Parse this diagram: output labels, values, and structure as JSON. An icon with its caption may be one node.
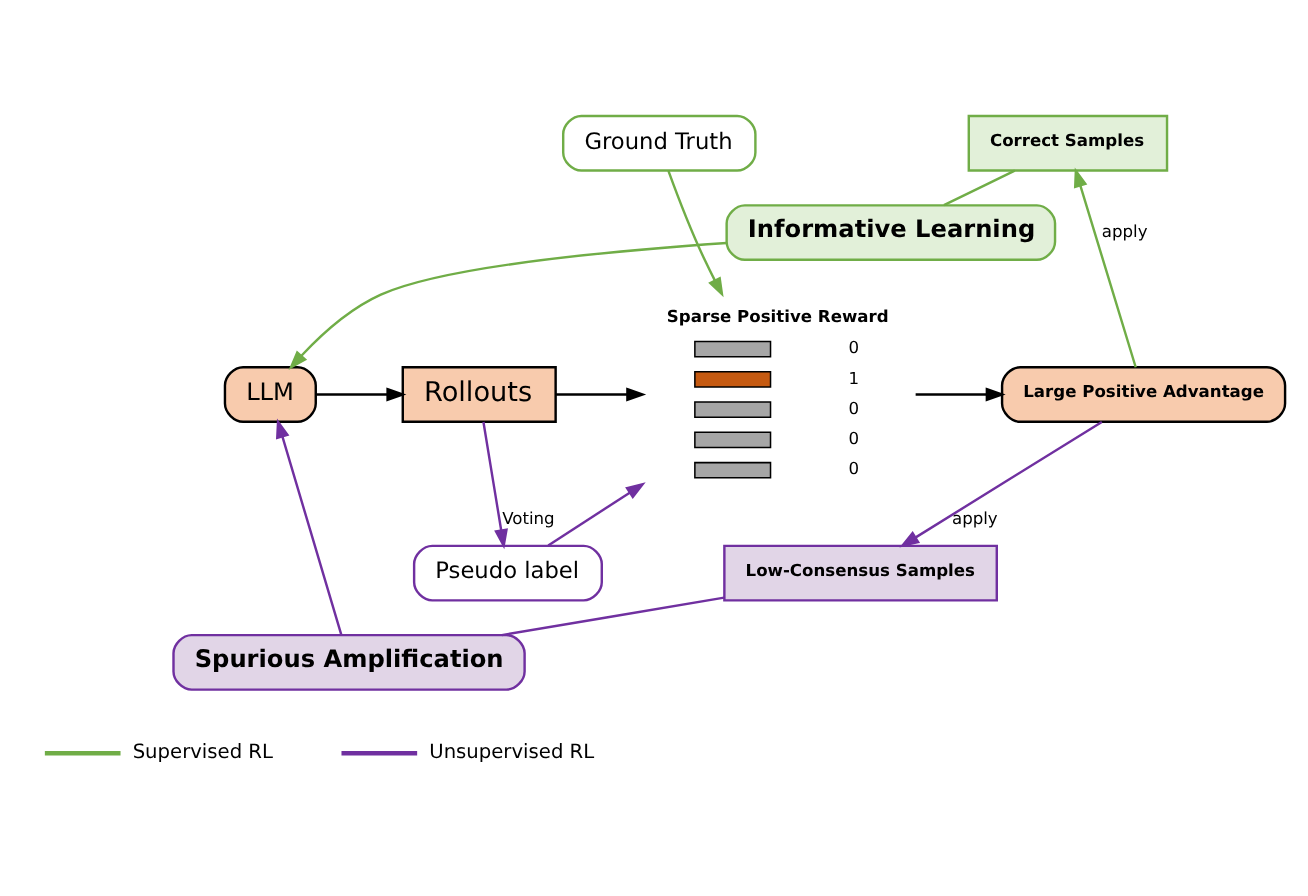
{
  "diagram": {
    "nodes": [
      {
        "text": [
          "Informative Learning"
        ]
      },
      {
        "text": [
          "Ground Truth"
        ]
      },
      {
        "text": [
          "Sparse Positive Reward",
          "0",
          "1",
          "0",
          "0",
          "0"
        ]
      },
      {
        "text": [
          "Correct Samples"
        ]
      },
      {
        "text": [
          "LLM"
        ]
      },
      {
        "text": [
          "Rollouts"
        ]
      },
      {
        "text": [
          "Large Positive Advantage"
        ]
      },
      {
        "text": [
          "Pseudo label"
        ]
      },
      {
        "text": [
          "Low-Consensus Samples"
        ]
      },
      {
        "text": [
          "Spurious Amplification"
        ]
      }
    ],
    "edges": [
      {
        "from": 4,
        "to": 5,
        "arrow": "to",
        "color": "#000000"
      },
      {
        "from": 5,
        "to": 7,
        "arrow": "to",
        "label": "Voting",
        "color": "#7030a0"
      },
      {
        "from": 1,
        "to": 2,
        "arrow": "to",
        "color": "#70ad47"
      },
      {
        "from": 7,
        "to": 2,
        "arrow": "to",
        "color": "#7030a0"
      },
      {
        "from": 5,
        "to": 2,
        "arrow": "to",
        "color": "#000000"
      },
      {
        "from": 2,
        "to": 6,
        "arrow": "to",
        "color": "#000000"
      },
      {
        "from": 6,
        "to": 3,
        "arrow": "to",
        "label": "apply",
        "color": "#70ad47"
      },
      {
        "from": 6,
        "to": 8,
        "arrow": "to",
        "label": "apply",
        "color": "#7030a0"
      },
      {
        "from": 3,
        "to": 0,
        "arrow": "none",
        "color": "#70ad47"
      },
      {
        "from": 0,
        "to": 4,
        "arrow": "to",
        "color": "#70ad47"
      },
      {
        "from": 8,
        "to": 9,
        "arrow": "none",
        "color": "#7030a0"
      },
      {
        "from": 9,
        "to": 4,
        "arrow": "to",
        "color": "#7030a0"
      }
    ],
    "legend": [
      {
        "text": "Supervised RL"
      },
      {
        "text": "Unsupervised RL"
      }
    ]
  }
}
